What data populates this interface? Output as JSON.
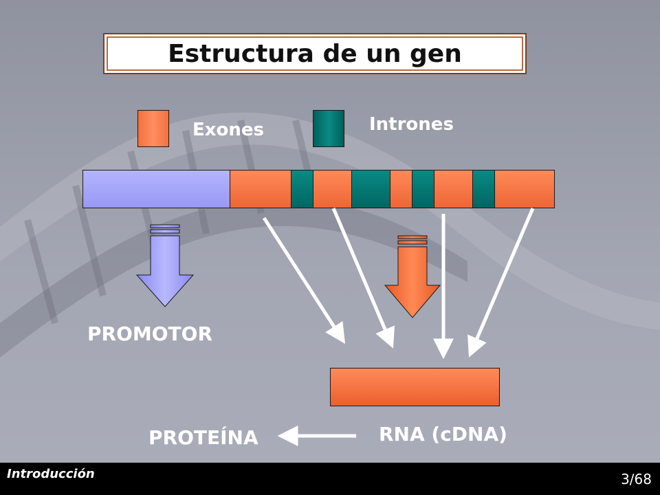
{
  "slide": {
    "title": "Estructura de un gen",
    "section": "Introducción",
    "page": "3/68"
  },
  "legend": {
    "exon_label": "Exones",
    "intron_label": "Intrones"
  },
  "labels": {
    "promotor": "PROMOTOR",
    "rna": "RNA (cDNA)",
    "protein": "PROTEÍNA"
  },
  "colors": {
    "promoter": "#a6a6ff",
    "exon": "#f4703f",
    "intron": "#007a76",
    "arrow": "#ffffff",
    "title_border": "#7a3f20"
  },
  "gene_segments": [
    "promoter",
    "exon",
    "intron",
    "exon",
    "intron",
    "exon",
    "intron",
    "exon",
    "intron",
    "exon"
  ]
}
